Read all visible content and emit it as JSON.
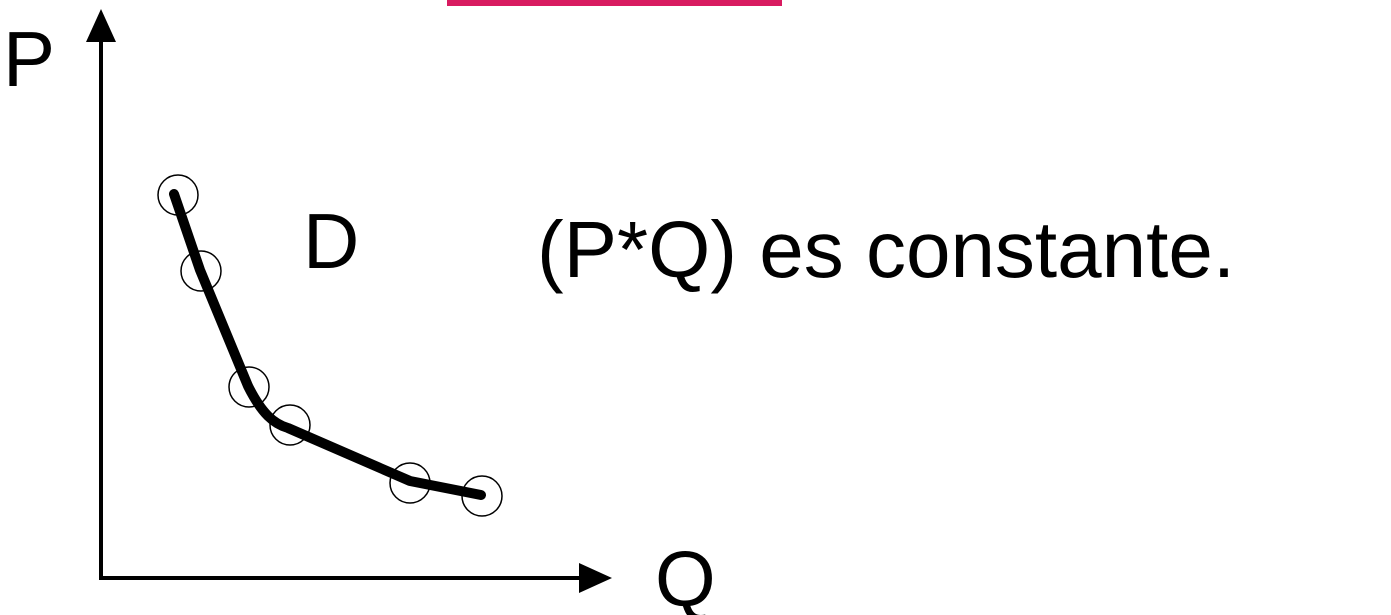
{
  "diagram": {
    "y_axis_label": "P",
    "x_axis_label": "Q",
    "curve_label": "D",
    "statement": "(P*Q) es constante."
  },
  "colors": {
    "accent_bar": "#d81b60",
    "ink": "#000000",
    "background": "#ffffff"
  },
  "marker_count": 6
}
